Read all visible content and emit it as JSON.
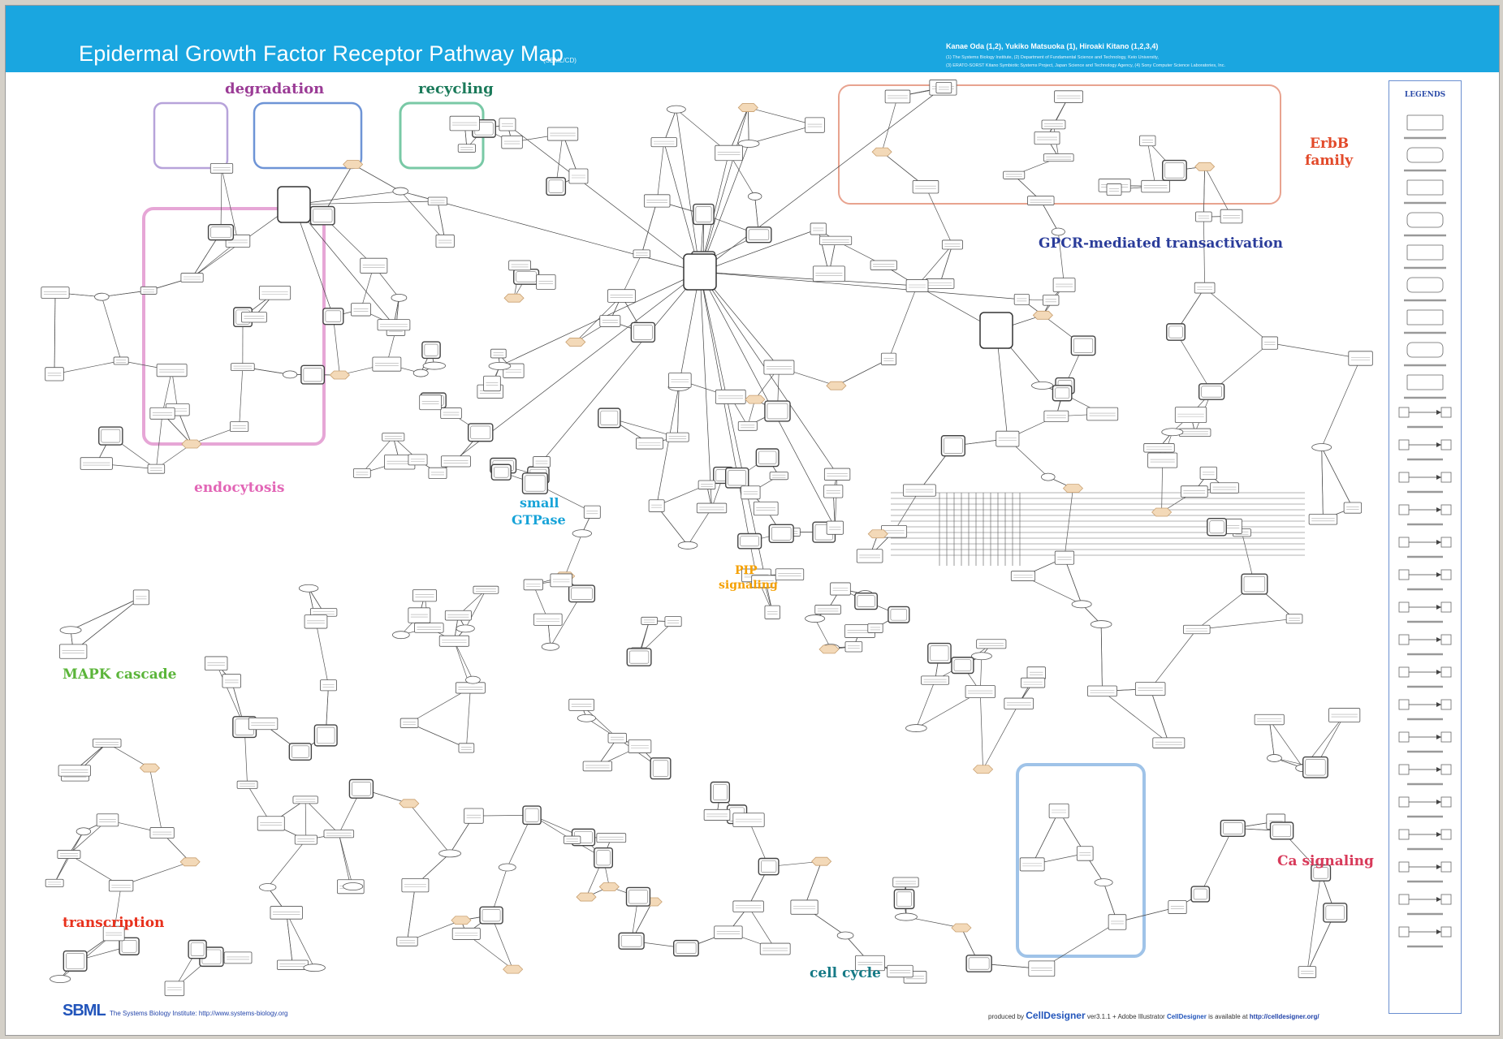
{
  "header": {
    "title": "Epidermal Growth Factor Receptor Pathway Map",
    "title_id": "(SBML/CD)",
    "authors": "Kanae Oda (1,2), Yukiko Matsuoka (1), Hiroaki Kitano (1,2,3,4)",
    "affiliation_1": "(1) The Systems Biology Institute, (2) Department of Fundamental Science and Technology, Keio University,",
    "affiliation_2": "(3) ERATO-SORST Kitano Symbiotic Systems Project, Japan Science and Technology Agency, (4) Sony Computer Science Laboratories, Inc."
  },
  "regions": {
    "degradation": "degradation",
    "recycling": "recycling",
    "endocytosis": "endocytosis",
    "small_gtpase_1": "small",
    "small_gtpase_2": "GTPase",
    "pip_1": "PIP",
    "pip_2": "signaling",
    "mapk": "MAPK cascade",
    "transcription": "transcription",
    "cell_cycle": "cell cycle",
    "ca_signaling": "Ca signaling",
    "erbb_1": "ErbB",
    "erbb_2": "family",
    "gpcr": "GPCR-mediated transactivation"
  },
  "legend": {
    "title": "LEGENDS"
  },
  "footer": {
    "sbml": "SBML",
    "institute": "The Systems Biology Institute: http://www.systems-biology.org",
    "produced_by": "produced by",
    "celldesigner": "CellDesigner",
    "version": "ver3.1.1 + Adobe Illustrator",
    "available": "is available at",
    "cd_url": "http://celldesigner.org/"
  },
  "colors": {
    "banner": "#1aa6e0",
    "degradation": "#9b3c96",
    "recycling": "#1b7a5a",
    "endocytosis": "#e266b6",
    "small_gtpase": "#17a3d8",
    "pip": "#f5a000",
    "mapk": "#5bb53a",
    "transcription": "#e8311d",
    "cell_cycle": "#167a86",
    "ca_signaling": "#d83a5a",
    "erbb": "#e24a2a",
    "gpcr": "#2a3c9a"
  }
}
